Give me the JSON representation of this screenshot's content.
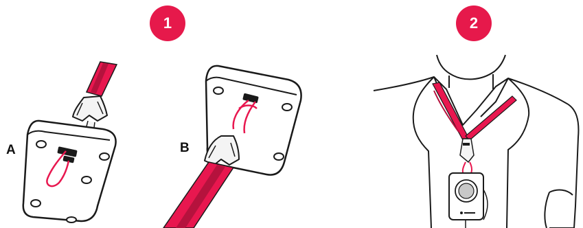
{
  "steps": [
    {
      "number": "1"
    },
    {
      "number": "2"
    }
  ],
  "labels": {
    "a": "A",
    "b": "B"
  },
  "colors": {
    "accent": "#e6194b",
    "lanyard": "#e8174f",
    "lanyard_dark": "#b5123d",
    "outline": "#1a1a1a",
    "clip": "#f2f2f2",
    "device_button": "#c8c8c8"
  }
}
